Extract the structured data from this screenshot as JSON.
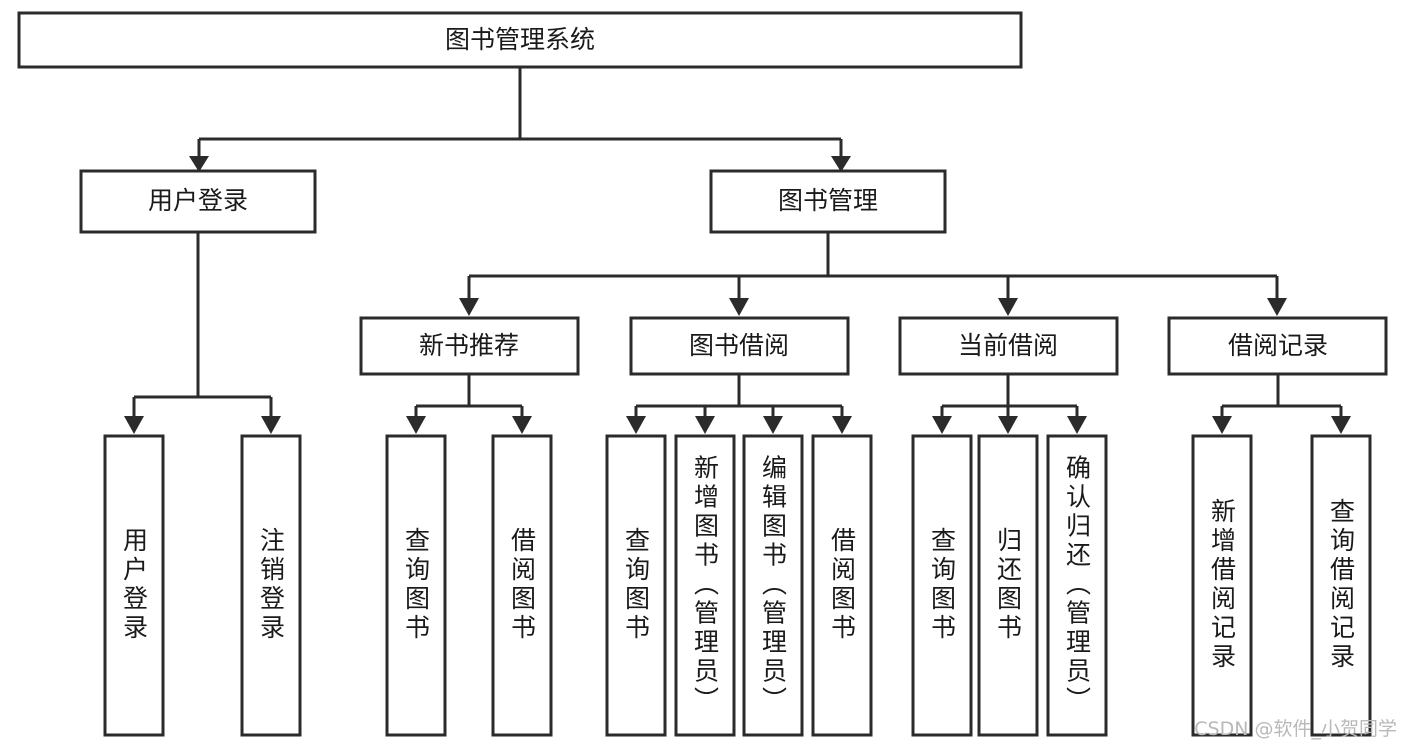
{
  "diagram": {
    "title": "图书管理系统",
    "type": "tree-hierarchy-diagram",
    "root": {
      "id": "root",
      "label": "图书管理系统"
    },
    "level2": [
      {
        "id": "user-login",
        "label": "用户登录"
      },
      {
        "id": "book-manage",
        "label": "图书管理"
      }
    ],
    "level3": [
      {
        "id": "new-book-recommend",
        "label": "新书推荐",
        "parent": "book-manage"
      },
      {
        "id": "book-borrow",
        "label": "图书借阅",
        "parent": "book-manage"
      },
      {
        "id": "current-borrow",
        "label": "当前借阅",
        "parent": "book-manage"
      },
      {
        "id": "borrow-record",
        "label": "借阅记录",
        "parent": "book-manage"
      }
    ],
    "leaves": {
      "user-login": [
        {
          "id": "leaf-user-login",
          "label": "用户登录"
        },
        {
          "id": "leaf-user-logout",
          "label": "注销登录"
        }
      ],
      "new-book-recommend": [
        {
          "id": "leaf-query-book-1",
          "label": "查询图书"
        },
        {
          "id": "leaf-borrow-book-1",
          "label": "借阅图书"
        }
      ],
      "book-borrow": [
        {
          "id": "leaf-query-book-2",
          "label": "查询图书"
        },
        {
          "id": "leaf-add-book",
          "label": "新增图书（管理员）"
        },
        {
          "id": "leaf-edit-book",
          "label": "编辑图书（管理员）"
        },
        {
          "id": "leaf-borrow-book-2",
          "label": "借阅图书"
        }
      ],
      "current-borrow": [
        {
          "id": "leaf-query-book-3",
          "label": "查询图书"
        },
        {
          "id": "leaf-return-book",
          "label": "归还图书"
        },
        {
          "id": "leaf-confirm-return",
          "label": "确认归还（管理员）"
        }
      ],
      "borrow-record": [
        {
          "id": "leaf-add-borrow-record",
          "label": "新增借阅记录"
        },
        {
          "id": "leaf-query-borrow-record",
          "label": "查询借阅记录"
        }
      ]
    },
    "colors": {
      "stroke": "#2b2b2b",
      "fill": "#ffffff",
      "text": "#1a1a1a",
      "watermark": "#b9b9b9",
      "background": "#ffffff"
    }
  },
  "watermark": {
    "text": "CSDN @软件_小贺同学"
  }
}
